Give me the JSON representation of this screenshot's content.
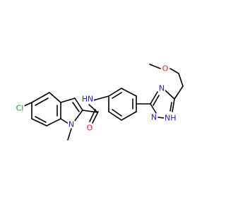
{
  "molecule": {
    "atoms": [
      {
        "id": "cl",
        "text": "Cl",
        "color": "#1a9e1a"
      },
      {
        "id": "n_indole",
        "text": "N",
        "color": "#2323cc"
      },
      {
        "id": "methyl",
        "text": "methyl-line",
        "color": "#000000"
      },
      {
        "id": "o_carbonyl",
        "text": "O",
        "color": "#e02020"
      },
      {
        "id": "n_amide",
        "text": "N",
        "color": "#2323cc"
      },
      {
        "id": "h_amide",
        "text": "H",
        "color": "#2323cc"
      },
      {
        "id": "n_triazole_4",
        "text": "N",
        "color": "#2323cc"
      },
      {
        "id": "n_triazole_2",
        "text": "N",
        "color": "#2323cc"
      },
      {
        "id": "nh_triazole_1",
        "text": "NH",
        "color": "#2323cc"
      },
      {
        "id": "o_methoxy",
        "text": "O",
        "color": "#e02020"
      }
    ],
    "bond_color": "#000000"
  }
}
